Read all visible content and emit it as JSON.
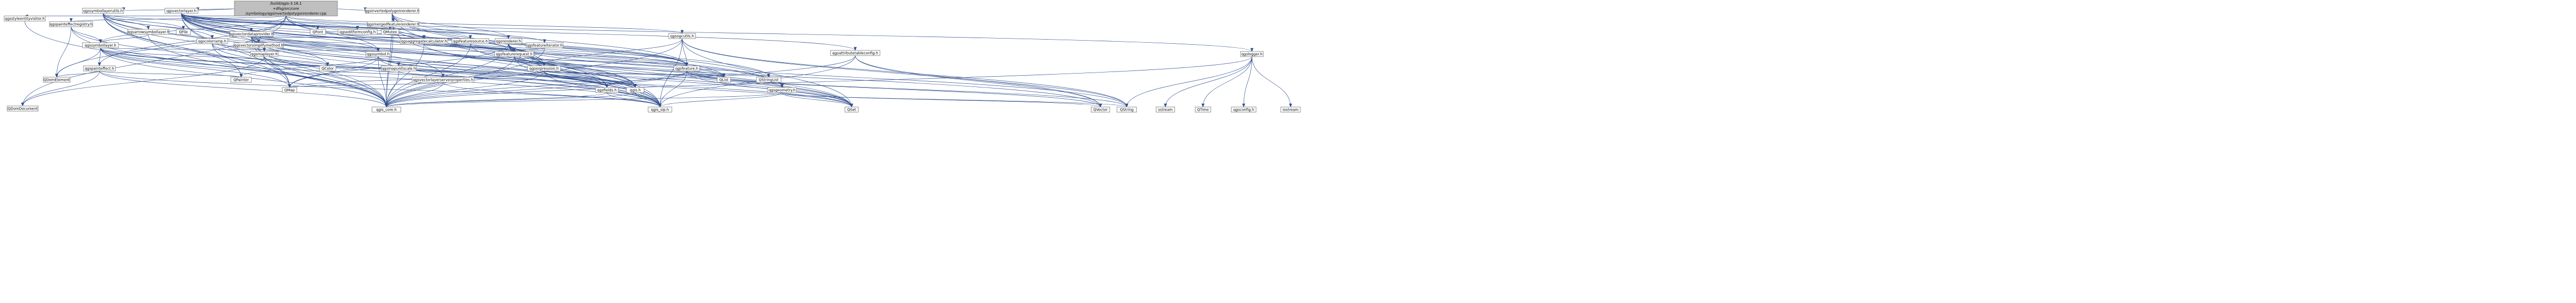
{
  "diagram": {
    "nodes": [
      {
        "id": "root",
        "lines": [
          "/build/qgis-3.16.1",
          "+dfsg/src/core",
          "/symbology/qgsinvertedpolygonrenderer.cpp"
        ],
        "style": "root"
      },
      {
        "id": "qgsstyleentityvisitor",
        "lines": [
          "qgsstyleentityvisitor.h"
        ],
        "style": "red"
      },
      {
        "id": "qgspainteffectregistry",
        "lines": [
          "qgspainteffectregistry.h"
        ],
        "style": "black"
      },
      {
        "id": "qgssymbollayerutils",
        "lines": [
          "qgssymbollayerutils.h"
        ],
        "style": "black"
      },
      {
        "id": "qgsvectorlayer",
        "lines": [
          "qgsvectorlayer.h"
        ],
        "style": "red"
      },
      {
        "id": "qgsinvertedpolygonrenderer",
        "lines": [
          "qgsinvertedpolygonrenderer.h"
        ],
        "style": "black"
      },
      {
        "id": "qgslogger",
        "lines": [
          "qgslogger.h"
        ],
        "style": "black"
      },
      {
        "id": "qgsmergedfeaturerenderer",
        "lines": [
          "qgsmergedfeaturerenderer.h"
        ],
        "style": "black"
      },
      {
        "id": "qgsvectordataprovider",
        "lines": [
          "qgsvectordataprovider.h"
        ],
        "style": "red"
      },
      {
        "id": "qgsogcutils",
        "lines": [
          "qgsogcutils.h"
        ],
        "style": "red"
      },
      {
        "id": "qgsattributetableconfig",
        "lines": [
          "qgsattributetableconfig.h"
        ],
        "style": "black"
      },
      {
        "id": "qgsarrowsymbollayer",
        "lines": [
          "qgsarrowsymbollayer.h"
        ],
        "style": "black"
      },
      {
        "id": "qfile",
        "lines": [
          "QFile"
        ],
        "style": "gray"
      },
      {
        "id": "qgscolorramp",
        "lines": [
          "qgscolorramp.h"
        ],
        "style": "red"
      },
      {
        "id": "qgsvectorsimplifymethod",
        "lines": [
          "qgsvectorsimplifymethod.h"
        ],
        "style": "red"
      },
      {
        "id": "qfont",
        "lines": [
          "QFont"
        ],
        "style": "gray"
      },
      {
        "id": "qgseditformconfig",
        "lines": [
          "qgseditformconfig.h"
        ],
        "style": "gray"
      },
      {
        "id": "qmutex",
        "lines": [
          "QMutex"
        ],
        "style": "gray"
      },
      {
        "id": "qgsaggregatecalculator",
        "lines": [
          "qgsaggregatecalculator.h"
        ],
        "style": "red"
      },
      {
        "id": "qgsfeaturesource",
        "lines": [
          "qgsfeaturesource.h"
        ],
        "style": "black"
      },
      {
        "id": "qgsrenderer",
        "lines": [
          "qgsrenderer.h"
        ],
        "style": "red"
      },
      {
        "id": "qgsfeatureiterator",
        "lines": [
          "qgsfeatureiterator.h"
        ],
        "style": "red"
      },
      {
        "id": "qgssymbollayer",
        "lines": [
          "qgssymbollayer.h"
        ],
        "style": "red"
      },
      {
        "id": "qgsmaplayer",
        "lines": [
          "qgsmaplayer.h"
        ],
        "style": "red"
      },
      {
        "id": "qgssymbol",
        "lines": [
          "qgssymbol.h"
        ],
        "style": "red"
      },
      {
        "id": "qgsfeaturerequest",
        "lines": [
          "qgsfeaturerequest.h"
        ],
        "style": "red"
      },
      {
        "id": "qgspainteffect",
        "lines": [
          "qgspainteffect.h"
        ],
        "style": "black"
      },
      {
        "id": "qcolor",
        "lines": [
          "QColor"
        ],
        "style": "gray"
      },
      {
        "id": "qgsmapunitscale",
        "lines": [
          "qgsmapunitscale.h"
        ],
        "style": "black"
      },
      {
        "id": "qgsvectorlayerserverproperties",
        "lines": [
          "qgsvectorlayerserverproperties.h"
        ],
        "style": "red"
      },
      {
        "id": "qgsexpression",
        "lines": [
          "qgsexpression.h"
        ],
        "style": "red"
      },
      {
        "id": "qgsfeature",
        "lines": [
          "qgsfeature.h"
        ],
        "style": "red"
      },
      {
        "id": "qdomelement",
        "lines": [
          "QDomElement"
        ],
        "style": "gray"
      },
      {
        "id": "qpainter",
        "lines": [
          "QPainter"
        ],
        "style": "gray"
      },
      {
        "id": "qlist",
        "lines": [
          "QList"
        ],
        "style": "gray"
      },
      {
        "id": "qstringlist",
        "lines": [
          "QStringList"
        ],
        "style": "gray"
      },
      {
        "id": "qmap",
        "lines": [
          "QMap"
        ],
        "style": "gray"
      },
      {
        "id": "qgsfields",
        "lines": [
          "qgsfields.h"
        ],
        "style": "red"
      },
      {
        "id": "qgsh",
        "lines": [
          "qgis.h"
        ],
        "style": "red"
      },
      {
        "id": "qgsgeometry",
        "lines": [
          "qgsgeometry.h"
        ],
        "style": "red"
      },
      {
        "id": "qdomdocument",
        "lines": [
          "QDomDocument"
        ],
        "style": "gray"
      },
      {
        "id": "qgis_core",
        "lines": [
          "qgis_core.h"
        ],
        "style": "gray"
      },
      {
        "id": "qgis_sip",
        "lines": [
          "qgis_sip.h"
        ],
        "style": "gray"
      },
      {
        "id": "qset",
        "lines": [
          "QSet"
        ],
        "style": "gray"
      },
      {
        "id": "qvector",
        "lines": [
          "QVector"
        ],
        "style": "gray"
      },
      {
        "id": "qstring",
        "lines": [
          "QString"
        ],
        "style": "gray"
      },
      {
        "id": "sstream",
        "lines": [
          "sstream"
        ],
        "style": "gray"
      },
      {
        "id": "qtime",
        "lines": [
          "QTime"
        ],
        "style": "gray"
      },
      {
        "id": "qgsconfig",
        "lines": [
          "qgsconfig.h"
        ],
        "style": "gray"
      },
      {
        "id": "iostream",
        "lines": [
          "iostream"
        ],
        "style": "gray"
      }
    ]
  },
  "colors": {
    "root_fill": "#bfbfbf",
    "node_fill": "#ffffff",
    "node_stroke": "#7f7f7f",
    "edge": "#2e4e8f",
    "text_black": "#000000",
    "text_red": "#cc0000",
    "text_gray": "#000000"
  }
}
